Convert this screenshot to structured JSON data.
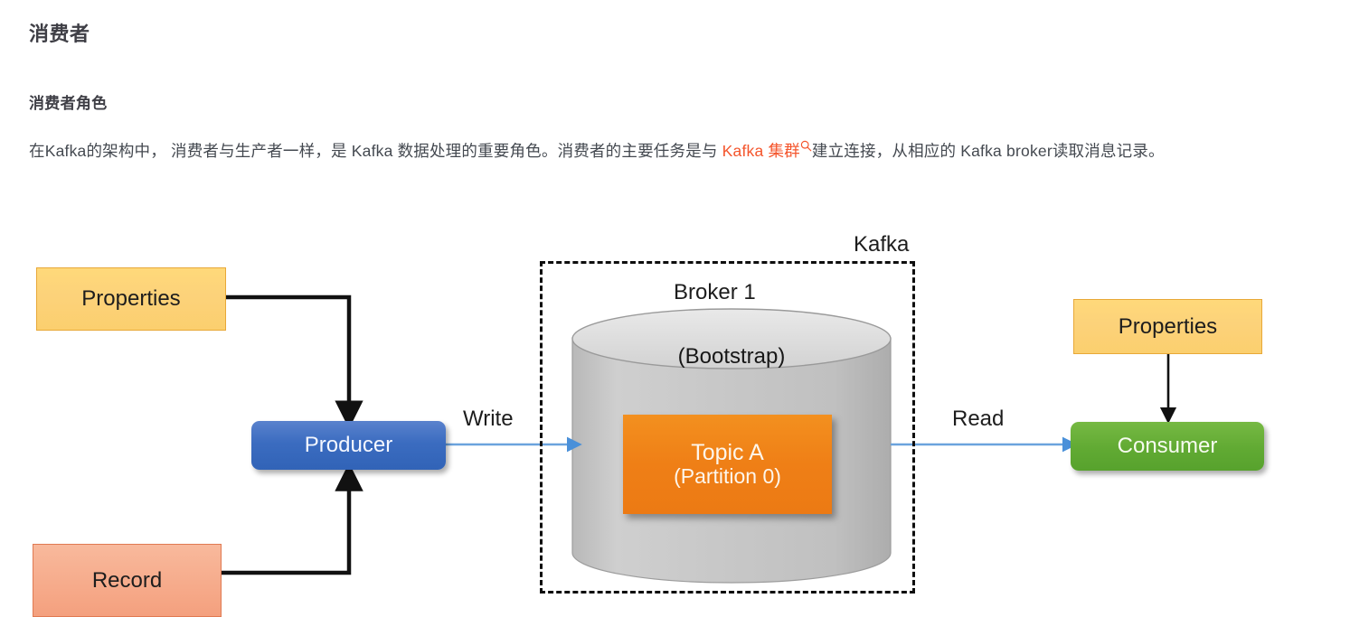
{
  "article": {
    "heading": "消费者",
    "subheading": "消费者角色",
    "paragraph_part1": "在Kafka的架构中， 消费者与生产者一样，是 Kafka 数据处理的重要角色。消费者的主要任务是与 ",
    "link_text": "Kafka 集群",
    "link_icon": "search-icon",
    "link_color": "#f4552c",
    "paragraph_part2": "建立连接，从相应的 Kafka broker读取消息记录。"
  },
  "diagram": {
    "title": "kafka-producer-consumer-architecture",
    "kafka_boundary_label": "Kafka",
    "broker_label": "Broker 1",
    "cylinder_label": "(Bootstrap)",
    "topic": {
      "name": "Topic A",
      "partition": "(Partition 0)",
      "color": "#ef7f16"
    },
    "producer": {
      "label": "Producer",
      "color": "#3b6cc0"
    },
    "consumer": {
      "label": "Consumer",
      "color": "#61aa33"
    },
    "producer_properties": {
      "label": "Properties",
      "color": "#fcd27a"
    },
    "consumer_properties": {
      "label": "Properties",
      "color": "#fcd27a"
    },
    "record": {
      "label": "Record",
      "color": "#f6aa8a"
    },
    "flows": [
      {
        "label": "Write",
        "from": "producer",
        "to": "broker",
        "color": "#5b9bd5"
      },
      {
        "label": "Read",
        "from": "broker",
        "to": "consumer",
        "color": "#5b9bd5"
      }
    ],
    "write_label": "Write",
    "read_label": "Read"
  }
}
